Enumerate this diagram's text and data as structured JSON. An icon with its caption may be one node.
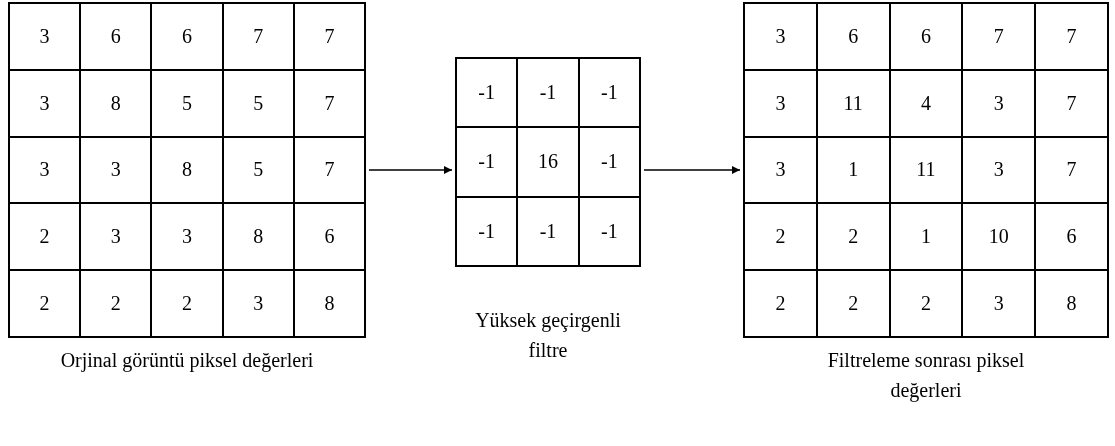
{
  "diagram": {
    "nodes": [
      {
        "text": [
          "3",
          "6",
          "6",
          "7",
          "7",
          "3",
          "8",
          "5",
          "5",
          "7",
          "3",
          "3",
          "8",
          "5",
          "7",
          "2",
          "3",
          "3",
          "8",
          "6",
          "2",
          "2",
          "2",
          "3",
          "8"
        ],
        "beside": [
          "Orjinal görüntü piksel değerleri"
        ]
      },
      {
        "text": [
          "-1",
          "-1",
          "-1",
          "-1",
          "16",
          "-1",
          "-1",
          "-1",
          "-1"
        ],
        "beside": [
          "Yüksek geçirgenli filtre"
        ]
      },
      {
        "text": [
          "3",
          "6",
          "6",
          "7",
          "7",
          "3",
          "11",
          "4",
          "3",
          "7",
          "3",
          "1",
          "11",
          "3",
          "7",
          "2",
          "2",
          "1",
          "10",
          "6",
          "2",
          "2",
          "2",
          "3",
          "8"
        ],
        "beside": [
          "Filtreleme sonrası piksel değerleri"
        ]
      }
    ],
    "edges": [
      {
        "from": 0,
        "to": 1,
        "arrow": "to"
      },
      {
        "from": 1,
        "to": 2,
        "arrow": "to"
      }
    ]
  }
}
